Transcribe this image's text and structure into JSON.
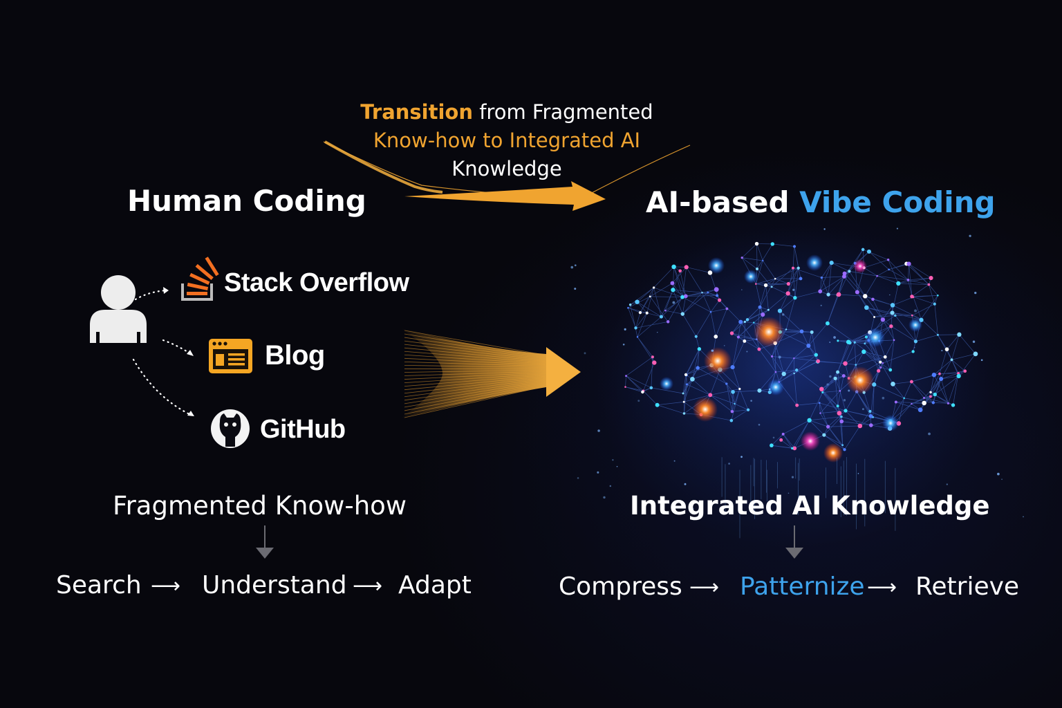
{
  "caption": {
    "line1_highlight": "Transition",
    "line1_rest": "from Fragmented",
    "line2_a": "Know-how to",
    "line2_b": "Integrated AI",
    "line3": "Knowledge"
  },
  "left": {
    "title": "Human Coding",
    "sources": [
      {
        "label": "Stack Overflow",
        "icon": "stack-overflow-icon"
      },
      {
        "label": "Blog",
        "icon": "blog-icon"
      },
      {
        "label": "GitHub",
        "icon": "github-icon"
      }
    ],
    "subtitle": "Fragmented Know-how",
    "steps": [
      "Search",
      "Understand",
      "Adapt"
    ]
  },
  "right": {
    "title_a": "AI-based",
    "title_b": "Vibe Coding",
    "subtitle": "Integrated AI Knowledge",
    "steps": [
      "Compress",
      "Patternize",
      "Retrieve"
    ]
  },
  "arrow_glyph": "⟶",
  "colors": {
    "background": "#07070d",
    "accent_orange": "#f0a430",
    "accent_blue": "#3ea3ec",
    "stack_overflow_orange": "#f26f21",
    "text": "#ffffff"
  }
}
